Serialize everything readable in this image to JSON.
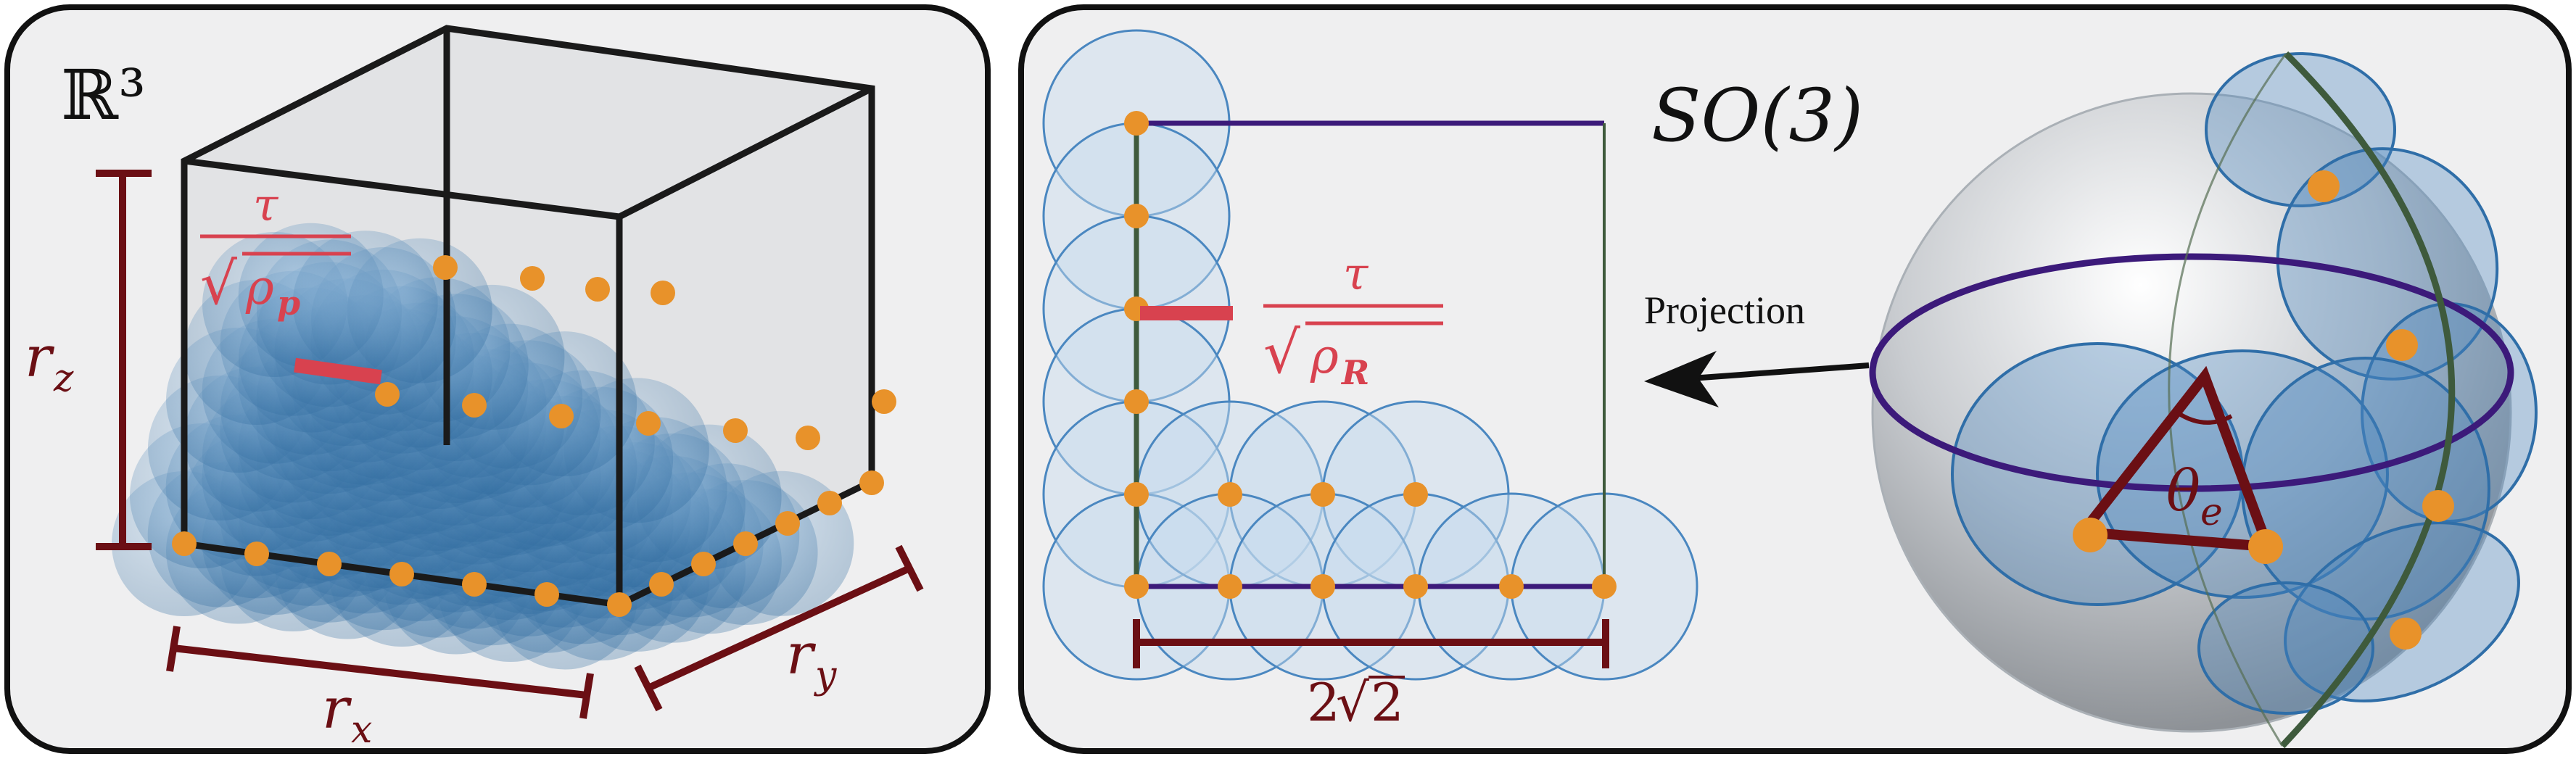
{
  "left_panel": {
    "space_label": "ℝ³",
    "tau": "τ",
    "rho_sub_p": "ρ",
    "rho_sub_p_index": "p",
    "rz_label": "r",
    "rz_sub": "z",
    "rx_label": "r",
    "rx_sub": "x",
    "ry_label": "r",
    "ry_sub": "y"
  },
  "right_panel": {
    "space_label": "SO(3)",
    "tau": "τ",
    "rho_sub_r": "ρ",
    "rho_sub_r_index": "R",
    "width_label_prefix": "2",
    "width_label_sqrt": "2",
    "projection_label": "Projection",
    "theta_label": "θ",
    "theta_sub": "e"
  },
  "colors": {
    "dark_red": "#6b0f14",
    "accent_red": "#d8424f",
    "orange": "#e8922a",
    "blue_ball": "#4a87c0",
    "purple": "#3c1a7a",
    "green": "#3e5a3c"
  }
}
